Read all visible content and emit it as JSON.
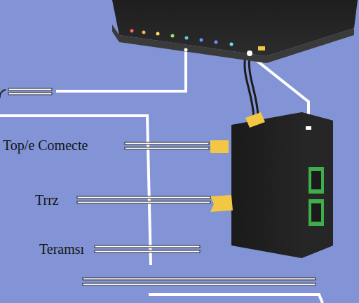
{
  "diagram": {
    "labels": [
      "Top/e Comecte",
      "Trrz",
      "Teramsı"
    ]
  }
}
